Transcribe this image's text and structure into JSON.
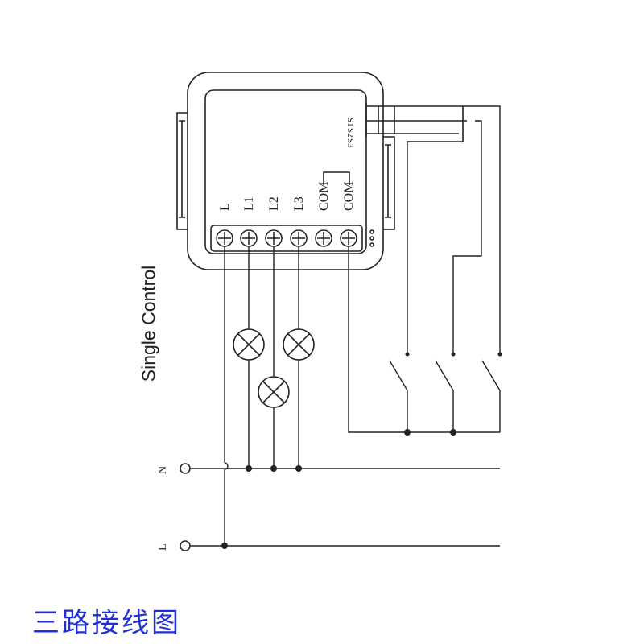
{
  "side_title": "Single Control",
  "caption": "三路接线图",
  "terminals": [
    "L",
    "L1",
    "L2",
    "L3",
    "COM",
    "COM"
  ],
  "switch_inputs": [
    "S1",
    "S2",
    "S3"
  ],
  "supply": {
    "neutral": "N",
    "live": "L"
  },
  "colors": {
    "line": "#222222",
    "caption": "#1f2fd8"
  }
}
